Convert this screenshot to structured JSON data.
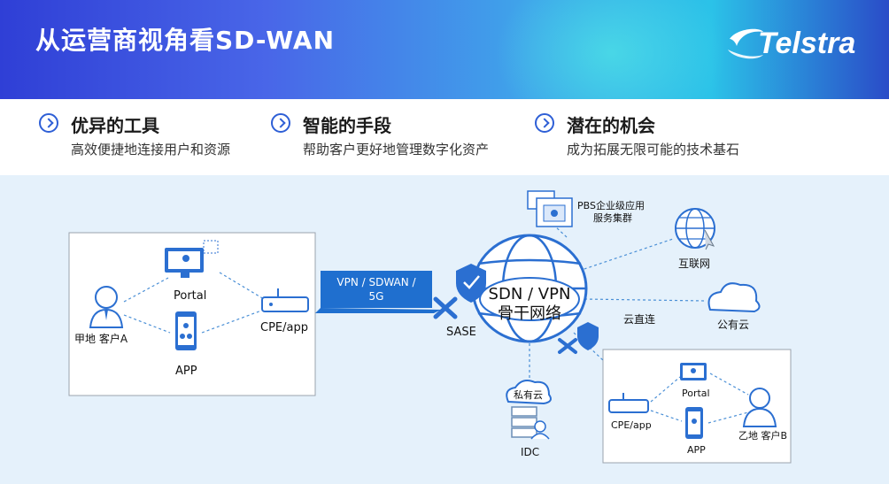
{
  "header": {
    "title": "从运营商视角看SD-WAN",
    "logo_text": "Telstra"
  },
  "pillars": [
    {
      "title": "优异的工具",
      "subtitle": "高效便捷地连接用户和资源"
    },
    {
      "title": "智能的手段",
      "subtitle": "帮助客户更好地管理数字化资产"
    },
    {
      "title": "潜在的机会",
      "subtitle": "成为拓展无限可能的技术基石"
    }
  ],
  "diagram": {
    "site_a": {
      "portal": "Portal",
      "app": "APP",
      "cpe": "CPE/app",
      "customer": "甲地 客户A"
    },
    "vpn_link": {
      "line1": "VPN / SDWAN /",
      "line2": "5G"
    },
    "sase": "SASE",
    "core": {
      "line1": "SDN / VPN",
      "line2": "骨干网络"
    },
    "pbs": {
      "line1": "PBS企业级应用",
      "line2": "服务集群"
    },
    "internet": "互联网",
    "cloud_direct": "云直连",
    "public_cloud": "公有云",
    "private_cloud": "私有云",
    "idc": "IDC",
    "site_b": {
      "portal": "Portal",
      "cpe": "CPE/app",
      "app": "APP",
      "customer": "乙地 客户B"
    }
  },
  "colors": {
    "accent_blue": "#2e5fd6",
    "icon_blue": "#2b6fd1",
    "diagram_bg": "#e5f1fb"
  }
}
